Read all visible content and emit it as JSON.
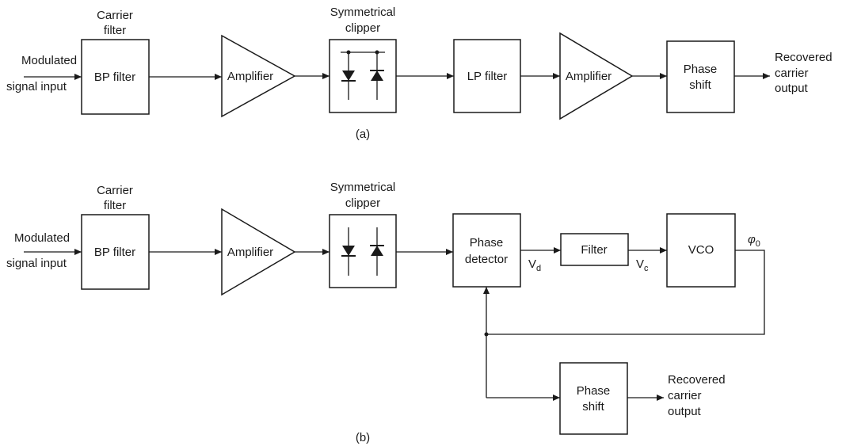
{
  "diagram_a": {
    "caption": "(a)",
    "input_label": [
      "Modulated",
      "signal input"
    ],
    "bp_title": [
      "Carrier",
      "filter"
    ],
    "bp_label": "BP filter",
    "amp1_label": "Amplifier",
    "clipper_title": [
      "Symmetrical",
      "clipper"
    ],
    "lp_label": "LP filter",
    "amp2_label": "Amplifier",
    "phase_shift_label": [
      "Phase",
      "shift"
    ],
    "output_label": [
      "Recovered",
      "carrier",
      "output"
    ]
  },
  "diagram_b": {
    "caption": "(b)",
    "input_label": [
      "Modulated",
      "signal input"
    ],
    "bp_title": [
      "Carrier",
      "filter"
    ],
    "bp_label": "BP filter",
    "amp_label": "Amplifier",
    "clipper_title": [
      "Symmetrical",
      "clipper"
    ],
    "phase_detector_label": [
      "Phase",
      "detector"
    ],
    "vd_label": "V",
    "vd_sub": "d",
    "filter_label": "Filter",
    "vc_label": "V",
    "vc_sub": "c",
    "vco_label": "VCO",
    "phi_label": "φ",
    "phi_sub": "0",
    "phase_shift_label": [
      "Phase",
      "shift"
    ],
    "output_label": [
      "Recovered",
      "carrier",
      "output"
    ]
  }
}
